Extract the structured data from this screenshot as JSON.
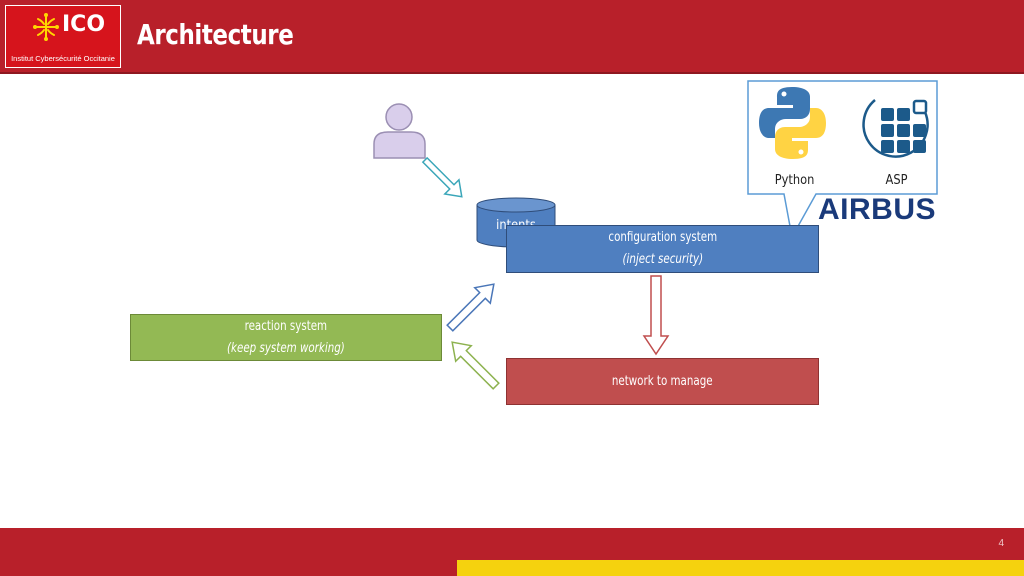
{
  "header": {
    "title": "Architecture",
    "logo_text": "ICO",
    "logo_subtitle": "Institut Cybersécurité Occitanie"
  },
  "diagram": {
    "user": {
      "icon": "user-icon"
    },
    "intents": {
      "label": "intents"
    },
    "configuration": {
      "title": "configuration system",
      "subtitle": "(inject security)"
    },
    "reaction": {
      "title": "reaction system",
      "subtitle": "(keep system working)"
    },
    "network": {
      "title": "network to manage"
    },
    "callout": {
      "tools": [
        {
          "name": "Python",
          "icon": "python-logo-icon"
        },
        {
          "name": "ASP",
          "icon": "asp-logo-icon"
        }
      ]
    },
    "partner": {
      "name": "AIRBUS"
    }
  },
  "footer": {
    "page_number": "4"
  },
  "colors": {
    "header_red": "#b8202a",
    "footer_yellow": "#f5d20e",
    "config_blue": "#4f7fc0",
    "reaction_green": "#93b954",
    "network_red": "#c04e4e",
    "callout_border": "#5b9bd5"
  }
}
